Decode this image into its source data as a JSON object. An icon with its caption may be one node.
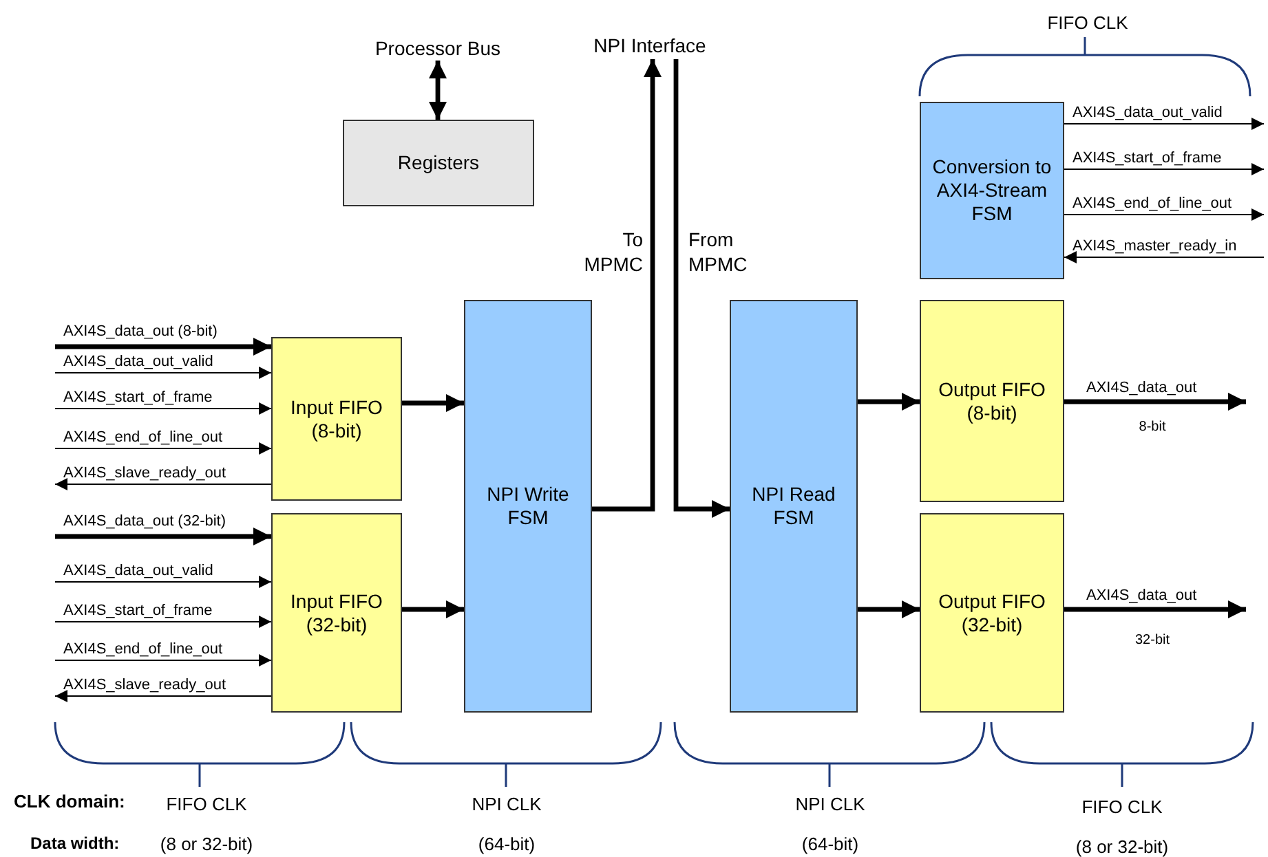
{
  "diagram": {
    "nodes": [
      {
        "text": [
          "Registers"
        ]
      },
      {
        "text": [
          "Processor Bus"
        ]
      },
      {
        "text": [
          "NPI Interface"
        ]
      },
      {
        "text": [
          "Input FIFO (8-bit)"
        ]
      },
      {
        "text": [
          "Input FIFO (32-bit)"
        ]
      },
      {
        "text": [
          "NPI Write FSM"
        ]
      },
      {
        "text": [
          "NPI Read FSM"
        ]
      },
      {
        "text": [
          "Output FIFO (8-bit)"
        ]
      },
      {
        "text": [
          "Output FIFO (32-bit)"
        ]
      },
      {
        "text": [
          "Conversion to AXI4-Stream FSM"
        ]
      }
    ],
    "edges": [
      {
        "from": 1,
        "to": 0,
        "arrow": "both",
        "style": "thick"
      },
      {
        "from": null,
        "to": 3,
        "arrow": "to",
        "label": "AXI4S_data_out (8-bit)",
        "style": "thick"
      },
      {
        "from": null,
        "to": 3,
        "arrow": "to",
        "label": "AXI4S_data_out_valid"
      },
      {
        "from": null,
        "to": 3,
        "arrow": "to",
        "label": "AXI4S_start_of_frame"
      },
      {
        "from": null,
        "to": 3,
        "arrow": "to",
        "label": "AXI4S_end_of_line_out"
      },
      {
        "from": 3,
        "to": null,
        "arrow": "to",
        "label": "AXI4S_slave_ready_out"
      },
      {
        "from": null,
        "to": 4,
        "arrow": "to",
        "label": "AXI4S_data_out (32-bit)",
        "style": "thick"
      },
      {
        "from": null,
        "to": 4,
        "arrow": "to",
        "label": "AXI4S_data_out_valid"
      },
      {
        "from": null,
        "to": 4,
        "arrow": "to",
        "label": "AXI4S_start_of_frame"
      },
      {
        "from": null,
        "to": 4,
        "arrow": "to",
        "label": "AXI4S_end_of_line_out"
      },
      {
        "from": 4,
        "to": null,
        "arrow": "to",
        "label": "AXI4S_slave_ready_out"
      },
      {
        "from": 3,
        "to": 5,
        "arrow": "to",
        "style": "thick"
      },
      {
        "from": 4,
        "to": 5,
        "arrow": "to",
        "style": "thick"
      },
      {
        "from": 5,
        "to": 2,
        "arrow": "to",
        "label": "To MPMC",
        "style": "thick"
      },
      {
        "from": 2,
        "to": 6,
        "arrow": "to",
        "label": "From MPMC",
        "style": "thick"
      },
      {
        "from": 6,
        "to": 7,
        "arrow": "to",
        "style": "thick"
      },
      {
        "from": 6,
        "to": 8,
        "arrow": "to",
        "style": "thick"
      },
      {
        "from": 7,
        "to": null,
        "arrow": "to",
        "label": "AXI4S_data_out",
        "style": "thick"
      },
      {
        "from": 8,
        "to": null,
        "arrow": "to",
        "label": "AXI4S_data_out",
        "style": "thick"
      },
      {
        "from": 9,
        "to": null,
        "arrow": "to",
        "label": "AXI4S_data_out_valid"
      },
      {
        "from": 9,
        "to": null,
        "arrow": "to",
        "label": "AXI4S_start_of_frame"
      },
      {
        "from": 9,
        "to": null,
        "arrow": "to",
        "label": "AXI4S_end_of_line_out"
      },
      {
        "from": null,
        "to": 9,
        "arrow": "to",
        "label": "AXI4S_master_ready_in"
      }
    ],
    "labels": [
      "FIFO CLK",
      "8-bit",
      "32-bit",
      "CLK domain:",
      "FIFO CLK",
      "NPI CLK",
      "NPI CLK",
      "FIFO CLK",
      "Data width:",
      "(8 or 32-bit)",
      "(64-bit)",
      "(64-bit)",
      "(8 or 32-bit)"
    ]
  }
}
